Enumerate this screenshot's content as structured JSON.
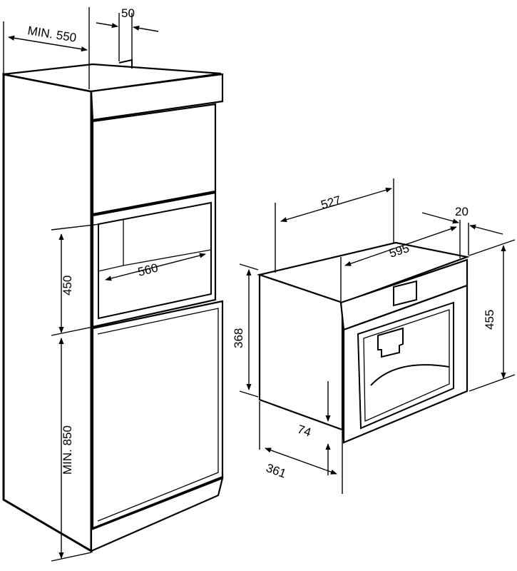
{
  "colors": {
    "line": "#000000",
    "background": "#ffffff"
  },
  "dimensions": {
    "cabinet_depth": "MIN. 550",
    "top_gap": "50",
    "niche_height": "450",
    "niche_width": "560",
    "base_height": "MIN. 850",
    "appliance_depth": "527",
    "appliance_width": "595",
    "front_thickness": "20",
    "appliance_total_height": "455",
    "body_height": "368",
    "front_offset": "74",
    "body_depth": "361"
  }
}
